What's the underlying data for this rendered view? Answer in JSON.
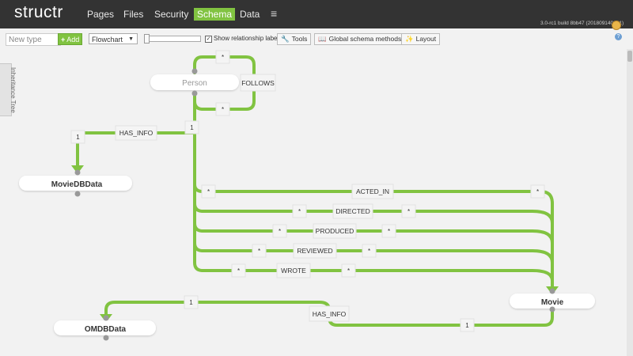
{
  "app": {
    "logo": "structr",
    "version": "3.0-rc1 build 8bb47 (201809140651)"
  },
  "nav": {
    "pages": "Pages",
    "files": "Files",
    "security": "Security",
    "schema": "Schema",
    "data": "Data",
    "menu_icon": "≡"
  },
  "toolbar": {
    "new_type_placeholder": "New type",
    "add_label": "Add",
    "layout_select": "Flowchart",
    "show_labels_checked": true,
    "show_labels_text": "Show relationship labels",
    "tools_label": "Tools",
    "global_methods_label": "Global schema methods",
    "layout_label": "Layout",
    "help": "?"
  },
  "side_tab": "Inheritance Tree",
  "nodes": {
    "person": "Person",
    "moviedbdata": "MovieDBData",
    "movie": "Movie",
    "omdbdata": "OMDBData"
  },
  "relations": {
    "follows": "FOLLOWS",
    "has_info_1": "HAS_INFO",
    "acted_in": "ACTED_IN",
    "directed": "DIRECTED",
    "produced": "PRODUCED",
    "reviewed": "REVIEWED",
    "wrote": "WROTE",
    "has_info_2": "HAS_INFO"
  },
  "multiplicity": {
    "many": "*",
    "one": "1"
  },
  "colors": {
    "edge": "#81c341",
    "nav_bg": "#333333",
    "active": "#81c341"
  }
}
